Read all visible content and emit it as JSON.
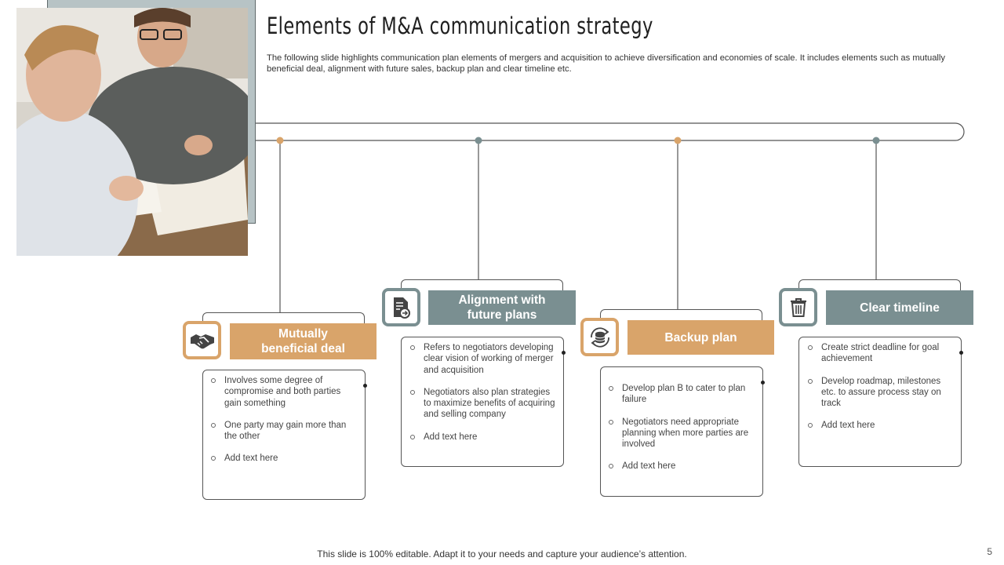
{
  "slide": {
    "title": "Elements of M&A communication strategy",
    "subtitle": "The following slide highlights communication plan elements of mergers and acquisition to achieve diversification and economies of scale. It includes elements such as mutually beneficial deal, alignment with future sales, backup plan and clear timeline etc.",
    "footer": "This slide is 100% editable. Adapt it to your needs and capture your audience’s attention.",
    "page_number": "5"
  },
  "colors": {
    "accent_orange": "#d9a46a",
    "accent_grey": "#7a8f91",
    "line": "#555555"
  },
  "elements": [
    {
      "heading_line1": "Mutually",
      "heading_line2": "beneficial deal",
      "color": "orange",
      "icon": "handshake-icon",
      "bullets": [
        "Involves some degree of compromise and both parties gain something",
        "One party may gain more than the other",
        "Add text here"
      ]
    },
    {
      "heading_line1": "Alignment with",
      "heading_line2": "future plans",
      "color": "grey",
      "icon": "document-arrow-icon",
      "bullets": [
        "Refers to negotiators developing clear vision of working of merger and acquisition",
        "Negotiators also plan strategies to maximize benefits of acquiring and selling company",
        "Add text here"
      ]
    },
    {
      "heading_line1": "Backup plan",
      "heading_line2": "",
      "color": "orange",
      "icon": "database-refresh-icon",
      "bullets": [
        "Develop plan B to cater to plan failure",
        "Negotiators need appropriate planning when more parties are involved",
        "Add text here"
      ]
    },
    {
      "heading_line1": "Clear timeline",
      "heading_line2": "",
      "color": "grey",
      "icon": "trash-icon",
      "bullets": [
        "Create strict deadline for goal achievement",
        "Develop roadmap, milestones etc. to assure process stay on track",
        "Add text here"
      ]
    }
  ]
}
